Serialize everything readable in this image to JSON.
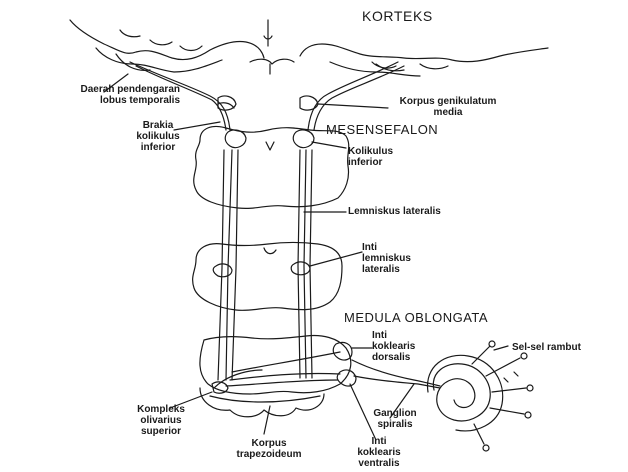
{
  "labels": {
    "korteks": "KORTEKS",
    "daerah_1": "Daerah pendengaran",
    "daerah_2": "lobus temporalis",
    "korpus_gen_1": "Korpus genikulatum",
    "korpus_gen_2": "media",
    "brakia_1": "Brakia",
    "brakia_2": "kolikulus",
    "brakia_3": "inferior",
    "mesensefalon": "MESENSEFALON",
    "kolikulus_1": "Kolikulus",
    "kolikulus_2": "inferior",
    "lemniskus": "Lemniskus lateralis",
    "inti_lem_1": "Inti",
    "inti_lem_2": "lemniskus",
    "inti_lem_3": "lateralis",
    "medula": "MEDULA OBLONGATA",
    "inti_dor_1": "Inti",
    "inti_dor_2": "koklearis",
    "inti_dor_3": "dorsalis",
    "sel_rambut": "Sel-sel rambut",
    "kompleks_1": "Kompleks",
    "kompleks_2": "olivarius",
    "kompleks_3": "superior",
    "ganglion_1": "Ganglion",
    "ganglion_2": "spiralis",
    "korpus_tr_1": "Korpus",
    "korpus_tr_2": "trapezoideum",
    "inti_ven_1": "Inti",
    "inti_ven_2": "koklearis",
    "inti_ven_3": "ventralis"
  },
  "colors": {
    "ink": "#1a1a1a",
    "background": "#ffffff"
  }
}
